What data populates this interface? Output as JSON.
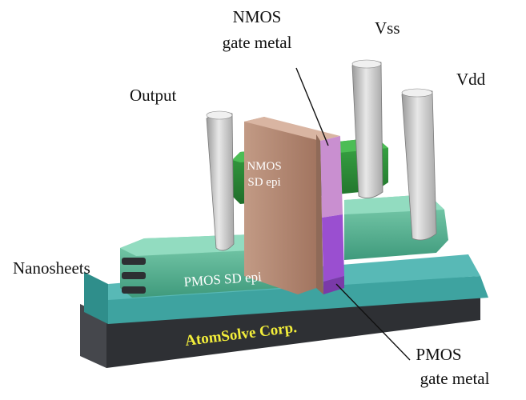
{
  "labels": {
    "nmos_gate_line1": "NMOS",
    "nmos_gate_line2": "gate metal",
    "vss": "Vss",
    "vdd": "Vdd",
    "output": "Output",
    "nanosheets": "Nanosheets",
    "nmos_sd_line1": "NMOS",
    "nmos_sd_line2": "SD epi",
    "pmos_sd": "PMOS SD epi",
    "brand": "AtomSolve Corp.",
    "pmos_gate_line1": "PMOS",
    "pmos_gate_line2": "gate metal"
  },
  "colors": {
    "substrate_dark": "#3a3c40",
    "substrate_top": "#4fb0ad",
    "pmos_epi": "#5fbf9a",
    "nmos_epi": "#2f8f3a",
    "gate_block": "#b98873",
    "nmos_gate_metal": "#c98fd0",
    "pmos_gate_metal": "#9a4fd0",
    "contact": "#c8c8c8",
    "brand_text": "#f3ee3a"
  }
}
